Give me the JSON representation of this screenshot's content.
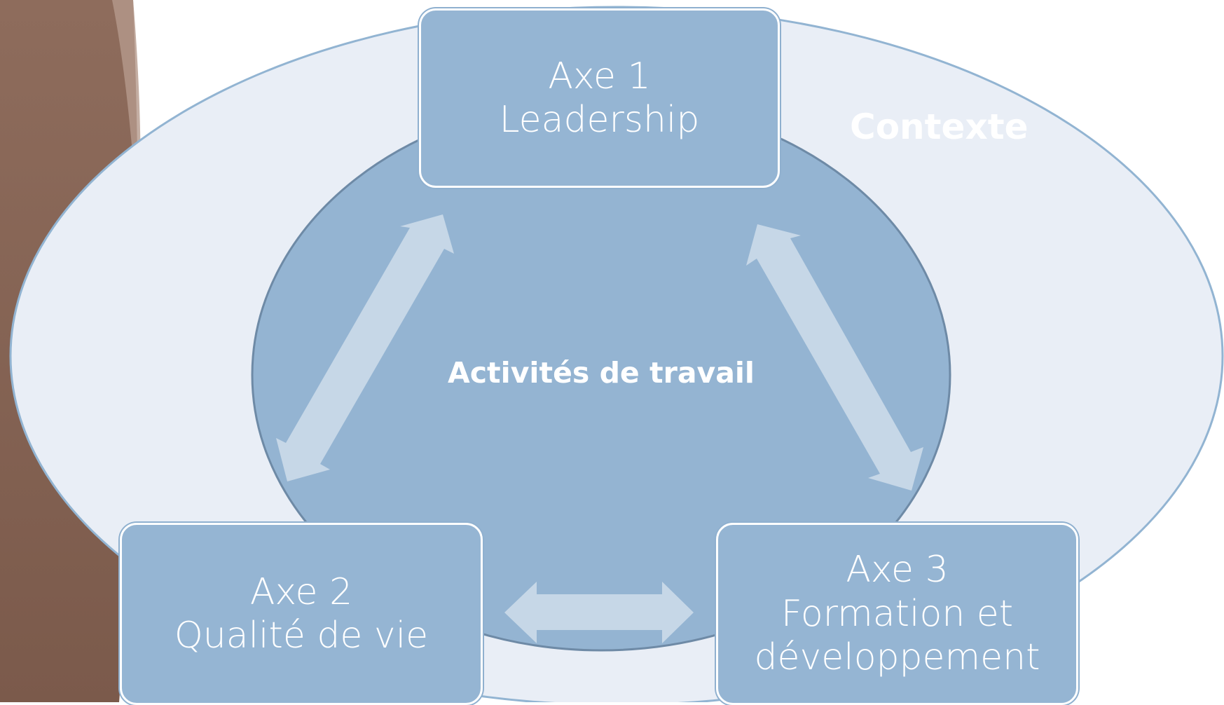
{
  "diagram": {
    "context_label": "Contexte",
    "center_label": "Activités de travail",
    "axes": [
      {
        "line1": "Axe 1",
        "line2": "Leadership"
      },
      {
        "line1": "Axe 2",
        "line2": "Qualité de vie"
      },
      {
        "line1": "Axe 3",
        "line2": "Formation et",
        "line3": "développement"
      }
    ],
    "colors": {
      "outer_ellipse_fill": "#e9eef6",
      "outer_ellipse_stroke": "#92b4d2",
      "inner_ellipse_fill": "#94b4d2",
      "inner_ellipse_stroke": "#6e8aa6",
      "box_fill": "#95b5d3",
      "arrow_fill": "#c6d7e7",
      "side_bar": "#8a6958"
    }
  }
}
